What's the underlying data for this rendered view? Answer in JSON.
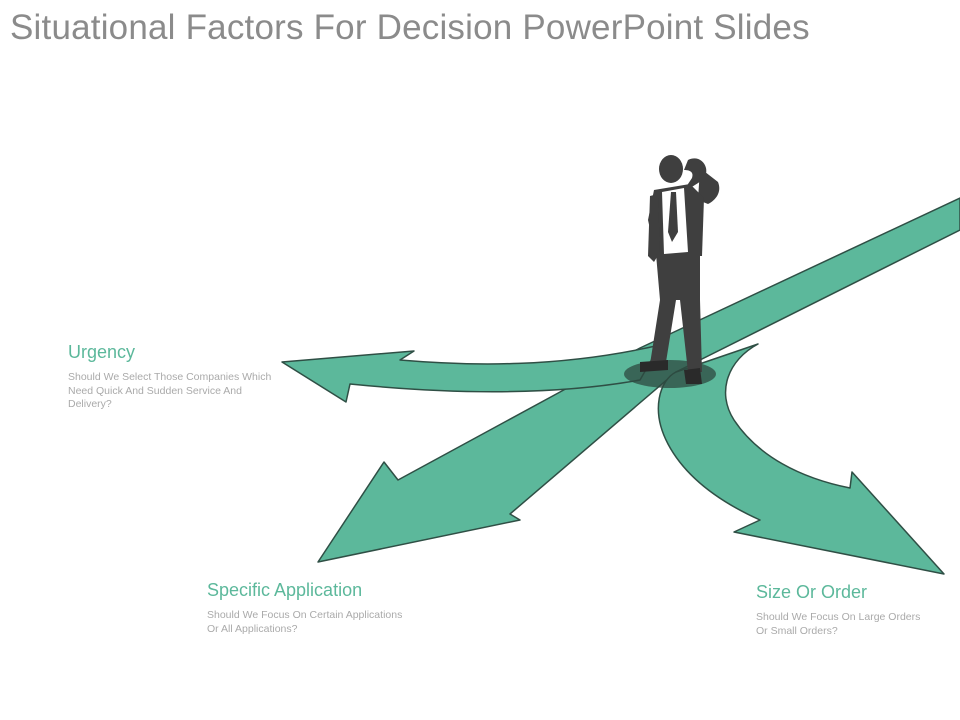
{
  "title": "Situational Factors For Decision PowerPoint Slides",
  "colors": {
    "arrow": "#5cb89b",
    "arrow_edge": "#2f4f45",
    "figure": "#3f3f3f",
    "heading": "#5cb89b",
    "body_text": "#aaaaaa",
    "title": "#8b8b8b"
  },
  "factors": [
    {
      "heading": "Urgency",
      "description": "Should We Select Those Companies Which Need Quick And Sudden Service And Delivery?"
    },
    {
      "heading": "Specific Application",
      "description": "Should We Focus On Certain Applications Or All Applications?"
    },
    {
      "heading": "Size Or Order",
      "description": "Should We Focus On Large Orders Or Small Orders?"
    }
  ],
  "figure": "thinking-businessman-icon"
}
